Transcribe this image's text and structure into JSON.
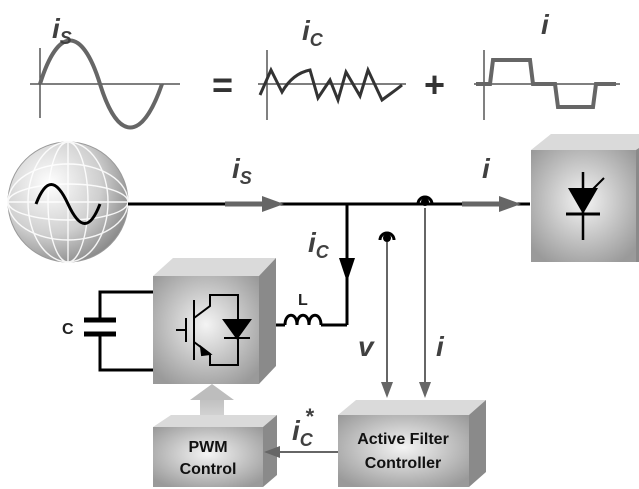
{
  "waveforms": {
    "is_label": "i",
    "is_sub": "S",
    "ic_label": "i",
    "ic_sub": "C",
    "i_label": "i",
    "equals": "=",
    "plus": "+"
  },
  "circuit": {
    "is_label": "i",
    "is_sub": "S",
    "i_label": "i",
    "ic_label": "i",
    "ic_sub": "C",
    "inductor_label": "L",
    "capacitor_label": "C",
    "v_label": "v",
    "i_sense_label": "i",
    "ic_ref_label": "i",
    "ic_ref_sub": "C",
    "ic_ref_sup": "*"
  },
  "blocks": {
    "pwm_line1": "PWM",
    "pwm_line2": "Control",
    "afc_line1": "Active Filter",
    "afc_line2": "Controller"
  },
  "colors": {
    "wire": "#000000",
    "signal": "#666666",
    "box_face": "#c8c8c8",
    "box_side": "#8a8a8a",
    "box_top": "#dadada"
  }
}
